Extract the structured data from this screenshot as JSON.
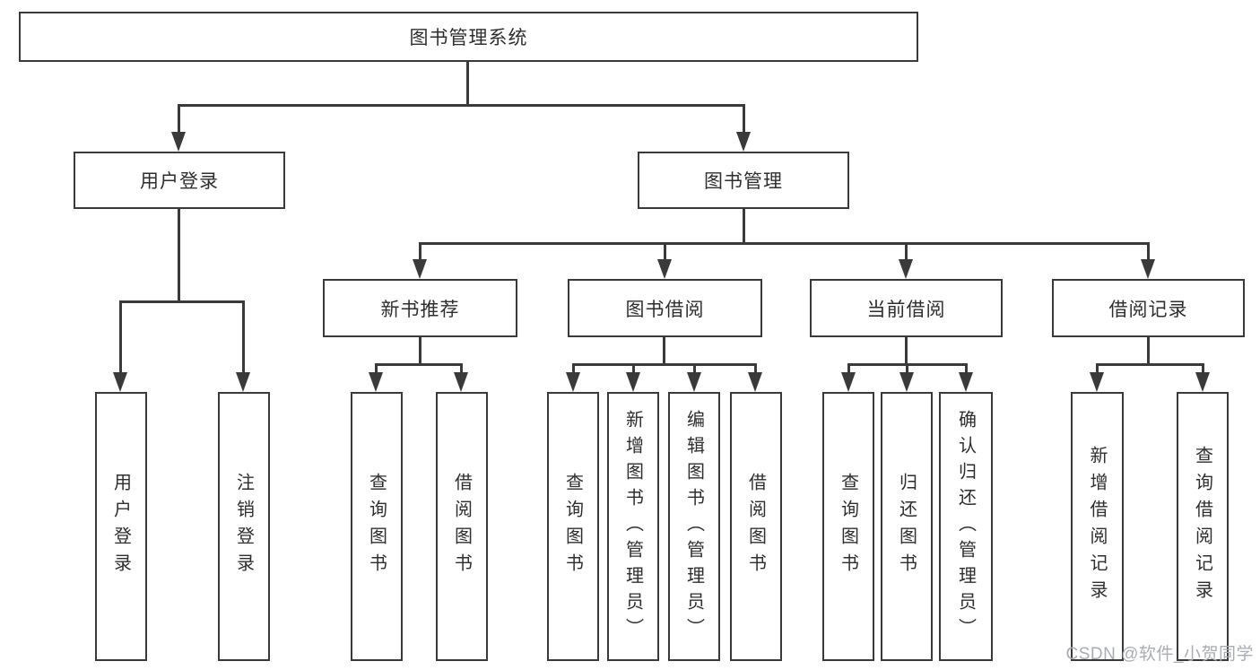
{
  "colors": {
    "ink": "#3a3a3a",
    "watermark_gray": "#a9acb2"
  },
  "tree": {
    "root": {
      "label": "图书管理系统"
    },
    "branches": [
      {
        "label": "用户登录",
        "children": [
          {
            "label": "用户登录"
          },
          {
            "label": "注销登录"
          }
        ]
      },
      {
        "label": "图书管理",
        "sections": [
          {
            "label": "新书推荐",
            "children": [
              {
                "label": "查询图书"
              },
              {
                "label": "借阅图书"
              }
            ]
          },
          {
            "label": "图书借阅",
            "children": [
              {
                "label": "查询图书"
              },
              {
                "label": "新增图书（管理员）"
              },
              {
                "label": "编辑图书（管理员）"
              },
              {
                "label": "借阅图书"
              }
            ]
          },
          {
            "label": "当前借阅",
            "children": [
              {
                "label": "查询图书"
              },
              {
                "label": "归还图书"
              },
              {
                "label": "确认归还（管理员）"
              }
            ]
          },
          {
            "label": "借阅记录",
            "children": [
              {
                "label": "新增借阅记录"
              },
              {
                "label": "查询借阅记录"
              }
            ]
          }
        ]
      }
    ]
  },
  "watermark": {
    "text": "CSDN @软件_小贺同学"
  }
}
